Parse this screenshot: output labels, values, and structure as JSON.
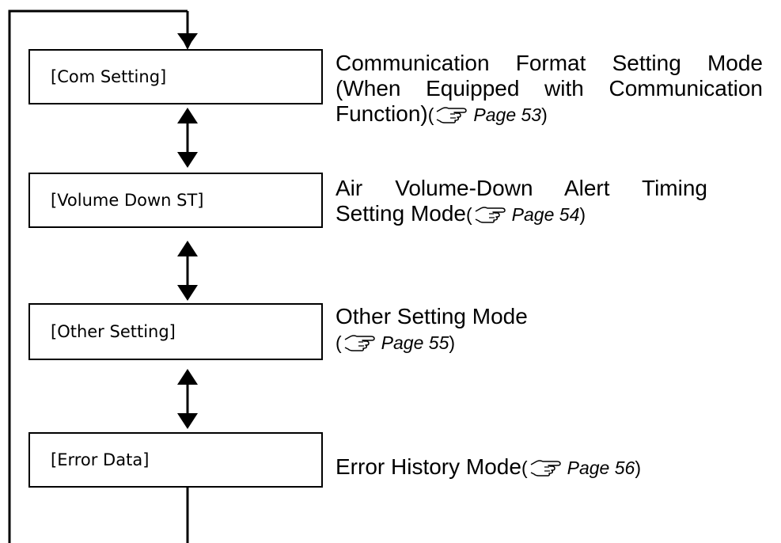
{
  "modes": [
    {
      "label": "[Com Setting]",
      "desc_lines": [
        "Communication Format Setting Mode",
        "(When Equipped with Communication"
      ],
      "desc_last": "Function)",
      "page_ref": "Page 53"
    },
    {
      "label": "[Volume Down ST]",
      "desc_lines": [
        "Air Volume-Down Alert Timing"
      ],
      "desc_last": "Setting Mode",
      "page_ref": "Page 54"
    },
    {
      "label": "[Other Setting]",
      "desc_lines": [
        "Other Setting Mode"
      ],
      "desc_last": "",
      "page_ref": "Page 55"
    },
    {
      "label": "[Error Data]",
      "desc_lines": [],
      "desc_last": "Error History Mode",
      "page_ref": "Page 56"
    }
  ],
  "paren_open": "(",
  "paren_close": ")",
  "icon": "pointing-hand-icon",
  "line_color": "#000000"
}
